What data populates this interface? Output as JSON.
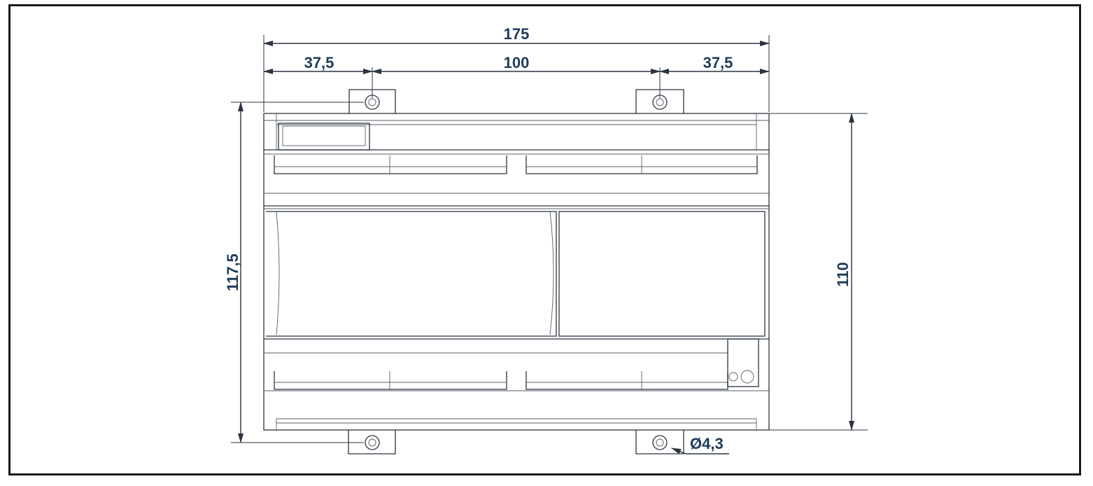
{
  "diagram": {
    "dimensions": {
      "overall_width": "175",
      "left_offset": "37,5",
      "hole_spacing": "100",
      "right_offset": "37,5",
      "overall_height": "117,5",
      "body_height": "110",
      "hole_diameter": "Ø4,3"
    },
    "colors": {
      "dimension_text": "#1f3b5a",
      "line": "#2b3440",
      "frame": "#1a1a1a"
    }
  }
}
